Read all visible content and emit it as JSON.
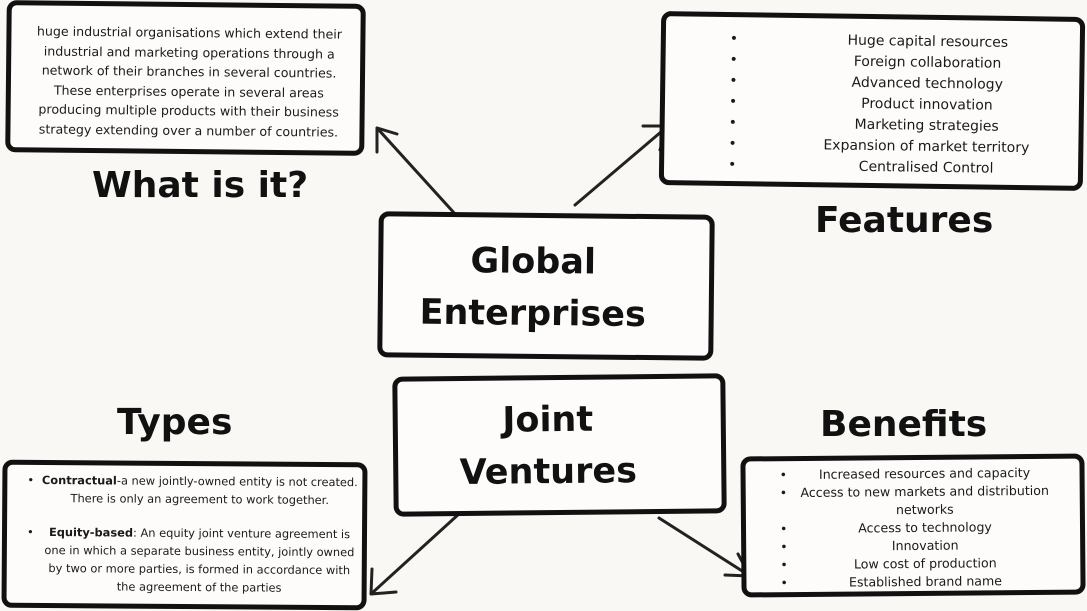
{
  "center": {
    "title_line1": "Global",
    "title_line2": "Enterprises"
  },
  "joint": {
    "title_line1": "Joint",
    "title_line2": "Ventures"
  },
  "what_is_it": {
    "heading": "What is it?",
    "lines": [
      "huge industrial organisations which extend their",
      "industrial and marketing operations through a",
      "network of their branches in several countries.",
      "These enterprises operate in several areas",
      "producing multiple products with their business",
      "strategy extending over a number of countries."
    ]
  },
  "features": {
    "heading": "Features",
    "items": [
      "Huge capital resources",
      "Foreign collaboration",
      "Advanced technology",
      "Product innovation",
      "Marketing strategies",
      "Expansion of market territory",
      "Centralised Control"
    ]
  },
  "types": {
    "heading": "Types",
    "contractual_term": "Contractual",
    "contractual_text": "-a new jointly-owned entity is not created. There is only an agreement to work together.",
    "equity_term": "Equity-based",
    "equity_text": ": An equity joint venture agreement is one in which a separate business entity, jointly owned by two or more parties, is formed in accordance with the agreement of the parties"
  },
  "benefits": {
    "heading": "Benefits",
    "items": [
      "Increased resources and capacity",
      "Access to new markets and distribution networks",
      "Access to technology",
      "Innovation",
      "Low cost of production",
      "Established brand name"
    ]
  }
}
